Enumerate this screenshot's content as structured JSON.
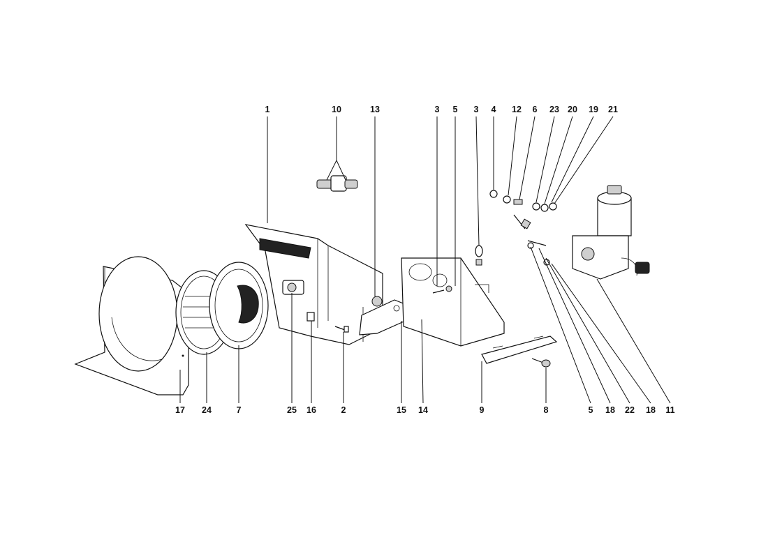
{
  "diagram": {
    "callouts_top": [
      "1",
      "10",
      "13",
      "3",
      "5",
      "3",
      "4",
      "12",
      "6",
      "23",
      "20",
      "19",
      "21"
    ],
    "callouts_bottom": [
      "17",
      "24",
      "7",
      "25",
      "16",
      "2",
      "15",
      "14",
      "9",
      "8",
      "5",
      "18",
      "22",
      "18",
      "11"
    ]
  }
}
